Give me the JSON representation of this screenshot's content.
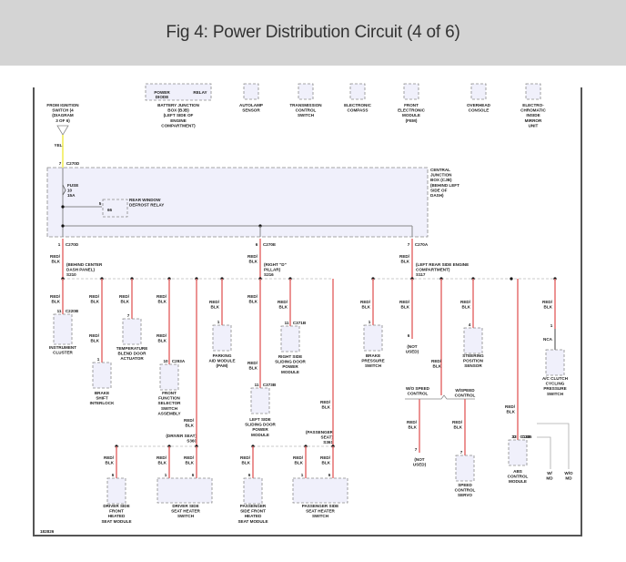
{
  "header": {
    "title": "Fig 4: Power Distribution Circuit (4 of 6)"
  },
  "colors": {
    "wire_red_blk": "#e87878",
    "wire_yel": "#f4f07a",
    "wire_gray": "#888888",
    "box_fill": "#f0f0fb",
    "box_border": "#8a8a8a",
    "header_bg": "#d4d4d4"
  },
  "diagram": {
    "figure_id": "182826",
    "top_components": [
      {
        "id": "battery-junction-box",
        "lines": [
          "BATTERY JUNCTION",
          "BOX (BJB)",
          "(LEFT SIDE OF",
          "ENGINE",
          "COMPARTMENT)"
        ],
        "inner": [
          "POWER",
          "DIODE",
          "RELAY"
        ]
      },
      {
        "id": "autolamp-sensor",
        "lines": [
          "AUTOLAMP",
          "SENSOR"
        ]
      },
      {
        "id": "transmission-control-switch",
        "lines": [
          "TRANSMISSION",
          "CONTROL",
          "SWITCH"
        ]
      },
      {
        "id": "electronic-compass",
        "lines": [
          "ELECTRONIC",
          "COMPASS"
        ]
      },
      {
        "id": "front-electronic-module",
        "lines": [
          "FRONT",
          "ELECTRONIC",
          "MODULE",
          "(FEM)"
        ]
      },
      {
        "id": "overhead-console",
        "lines": [
          "OVERHEAD",
          "CONSOLE"
        ]
      },
      {
        "id": "electrochromatic-mirror",
        "lines": [
          "ELECTRO-",
          "CHROMATIC",
          "INSIDE",
          "MIRROR",
          "UNIT"
        ]
      }
    ],
    "ignition_source": {
      "lines": [
        "FROM IGNITION",
        "SWITCH (4",
        "(DIAGRAM",
        "3 OF 6)"
      ],
      "wire": "YEL",
      "pin": "7",
      "connector": "C270D"
    },
    "cjb": {
      "lines": [
        "CENTRAL",
        "JUNCTION",
        "BOX (CJB)",
        "(BEHIND LEFT",
        "SIDE OF",
        "DASH)"
      ],
      "fuse": [
        "FUSE",
        "10",
        "15A"
      ],
      "relay": {
        "lines": [
          "REAR WINDOW",
          "DEFROST RELAY"
        ],
        "pin_out": "5",
        "pin_in": "66"
      }
    },
    "cjb_outputs": [
      {
        "pin": "1",
        "connector": "C270D",
        "wire": "RED/ BLK",
        "splice": [
          "(BEHIND CENTER",
          "DASH PANEL)",
          "S210"
        ]
      },
      {
        "pin": "6",
        "connector": "C270E",
        "wire": "RED/ BLK",
        "splice": [
          "(RIGHT \"D\"",
          "PILLAR)",
          "S216"
        ]
      },
      {
        "pin": "7",
        "connector": "C270A",
        "wire": "RED/ BLK",
        "splice": [
          "(LEFT REAR SIDE ENGINE",
          "COMPARTMENT)",
          "S117"
        ]
      }
    ],
    "loads": [
      {
        "id": "instrument-cluster",
        "wire": "RED/ BLK",
        "pin": "11",
        "connector": "C220B",
        "lines": [
          "INSTRUMENT",
          "CLUSTER"
        ]
      },
      {
        "id": "brake-shift-interlock",
        "wire": "RED/ BLK",
        "pin": "1",
        "connector": "",
        "lines": [
          "BRAKE",
          "SHIFT",
          "INTERLOCK"
        ]
      },
      {
        "id": "temperature-blend-door-actuator",
        "wire": "RED/ BLK",
        "pin": "7",
        "connector": "",
        "lines": [
          "TEMPERATURE",
          "BLEND DOOR",
          "ACTUATOR"
        ]
      },
      {
        "id": "front-function-selector-switch",
        "wire": "RED/ BLK",
        "pin": "10",
        "connector": "C293A",
        "lines": [
          "FRONT",
          "FUNCTION",
          "SELECTOR",
          "SWITCH",
          "ASSEMBLY"
        ]
      },
      {
        "id": "parking-aid-module",
        "wire": "RED/ BLK",
        "pin": "1",
        "connector": "",
        "lines": [
          "PARKING",
          "AID MODULE",
          "(PAM)"
        ]
      },
      {
        "id": "left-side-sliding-door",
        "wire": "RED/ BLK",
        "pin": "11",
        "connector": "C373B",
        "lines": [
          "LEFT SIDE",
          "SLIDING DOOR",
          "POWER",
          "MODULE"
        ]
      },
      {
        "id": "right-side-sliding-door",
        "wire": "RED/ BLK",
        "pin": "11",
        "connector": "C371B",
        "lines": [
          "RIGHT SIDE",
          "SLIDING DOOR",
          "POWER",
          "MODULE"
        ]
      },
      {
        "id": "brake-pressure-switch",
        "wire": "RED/ BLK",
        "pin": "1",
        "connector": "",
        "lines": [
          "BRAKE",
          "PRESSURE",
          "SWITCH"
        ]
      },
      {
        "id": "not-used-1",
        "wire": "RED/ BLK",
        "pin": "6",
        "connector": "",
        "lines": [
          "(NOT",
          "USED)"
        ]
      },
      {
        "id": "steering-position-sensor",
        "wire": "RED/ BLK",
        "pin": "4",
        "connector": "",
        "lines": [
          "STEERING",
          "POSITION",
          "SENSOR"
        ]
      },
      {
        "id": "ac-clutch-cycling-switch",
        "wire": "RED/ BLK",
        "pin": "1",
        "connector": "",
        "gray_wire": "NCA",
        "lines": [
          "A/C CLUTCH",
          "CYCLING",
          "PRESSURE",
          "SWITCH"
        ]
      },
      {
        "id": "not-used-2",
        "wire": "RED/ BLK",
        "pin": "7",
        "connector": "",
        "lines": [
          "(NOT",
          "USED)"
        ]
      },
      {
        "id": "speed-control-servo",
        "wire": "RED/ BLK",
        "pin": "7",
        "connector": "",
        "lines": [
          "SPEED",
          "CONTROL",
          "SERVO"
        ]
      },
      {
        "id": "abs-control-module",
        "wire": "RED/ BLK",
        "pin": "33",
        "connector": "C135",
        "lines": [
          "ABS",
          "CONTROL",
          "MODULE"
        ]
      }
    ],
    "speed_control": {
      "without": [
        "W/O SPEED",
        "CONTROL"
      ],
      "with": [
        "W/SPEED",
        "CONTROL"
      ]
    },
    "abs_options": {
      "pin2": "33",
      "connector2": "C135",
      "with_label": [
        "W/",
        "MD"
      ],
      "without_label": [
        "W/O",
        "MD"
      ]
    },
    "seat_splices": [
      {
        "lines": [
          "(DRIVER SEAT)",
          "S360"
        ]
      },
      {
        "lines": [
          "(PASSENGER",
          "SEAT)",
          "S361"
        ]
      }
    ],
    "seat_loads": [
      {
        "id": "driver-front-heated-seat-module",
        "wire": "RED/ BLK",
        "pin": "6",
        "lines": [
          "DRIVER SIDE",
          "FRONT",
          "HEATED",
          "SEAT MODULE"
        ]
      },
      {
        "id": "driver-seat-heater-switch",
        "wire": "RED/ BLK",
        "pin1": "1",
        "pin2": "6",
        "lines": [
          "DRIVER SIDE",
          "SEAT HEATER",
          "SWITCH"
        ]
      },
      {
        "id": "passenger-front-heated-seat-module",
        "wire": "RED/ BLK",
        "pin": "6",
        "lines": [
          "PASSENGER",
          "SIDE FRONT",
          "HEATED",
          "SEAT MODULE"
        ]
      },
      {
        "id": "passenger-seat-heater-switch",
        "wire": "RED/ BLK",
        "pin1": "1",
        "pin2": "6",
        "lines": [
          "PASSENGER SIDE",
          "SEAT HEATER",
          "SWITCH"
        ]
      }
    ]
  }
}
